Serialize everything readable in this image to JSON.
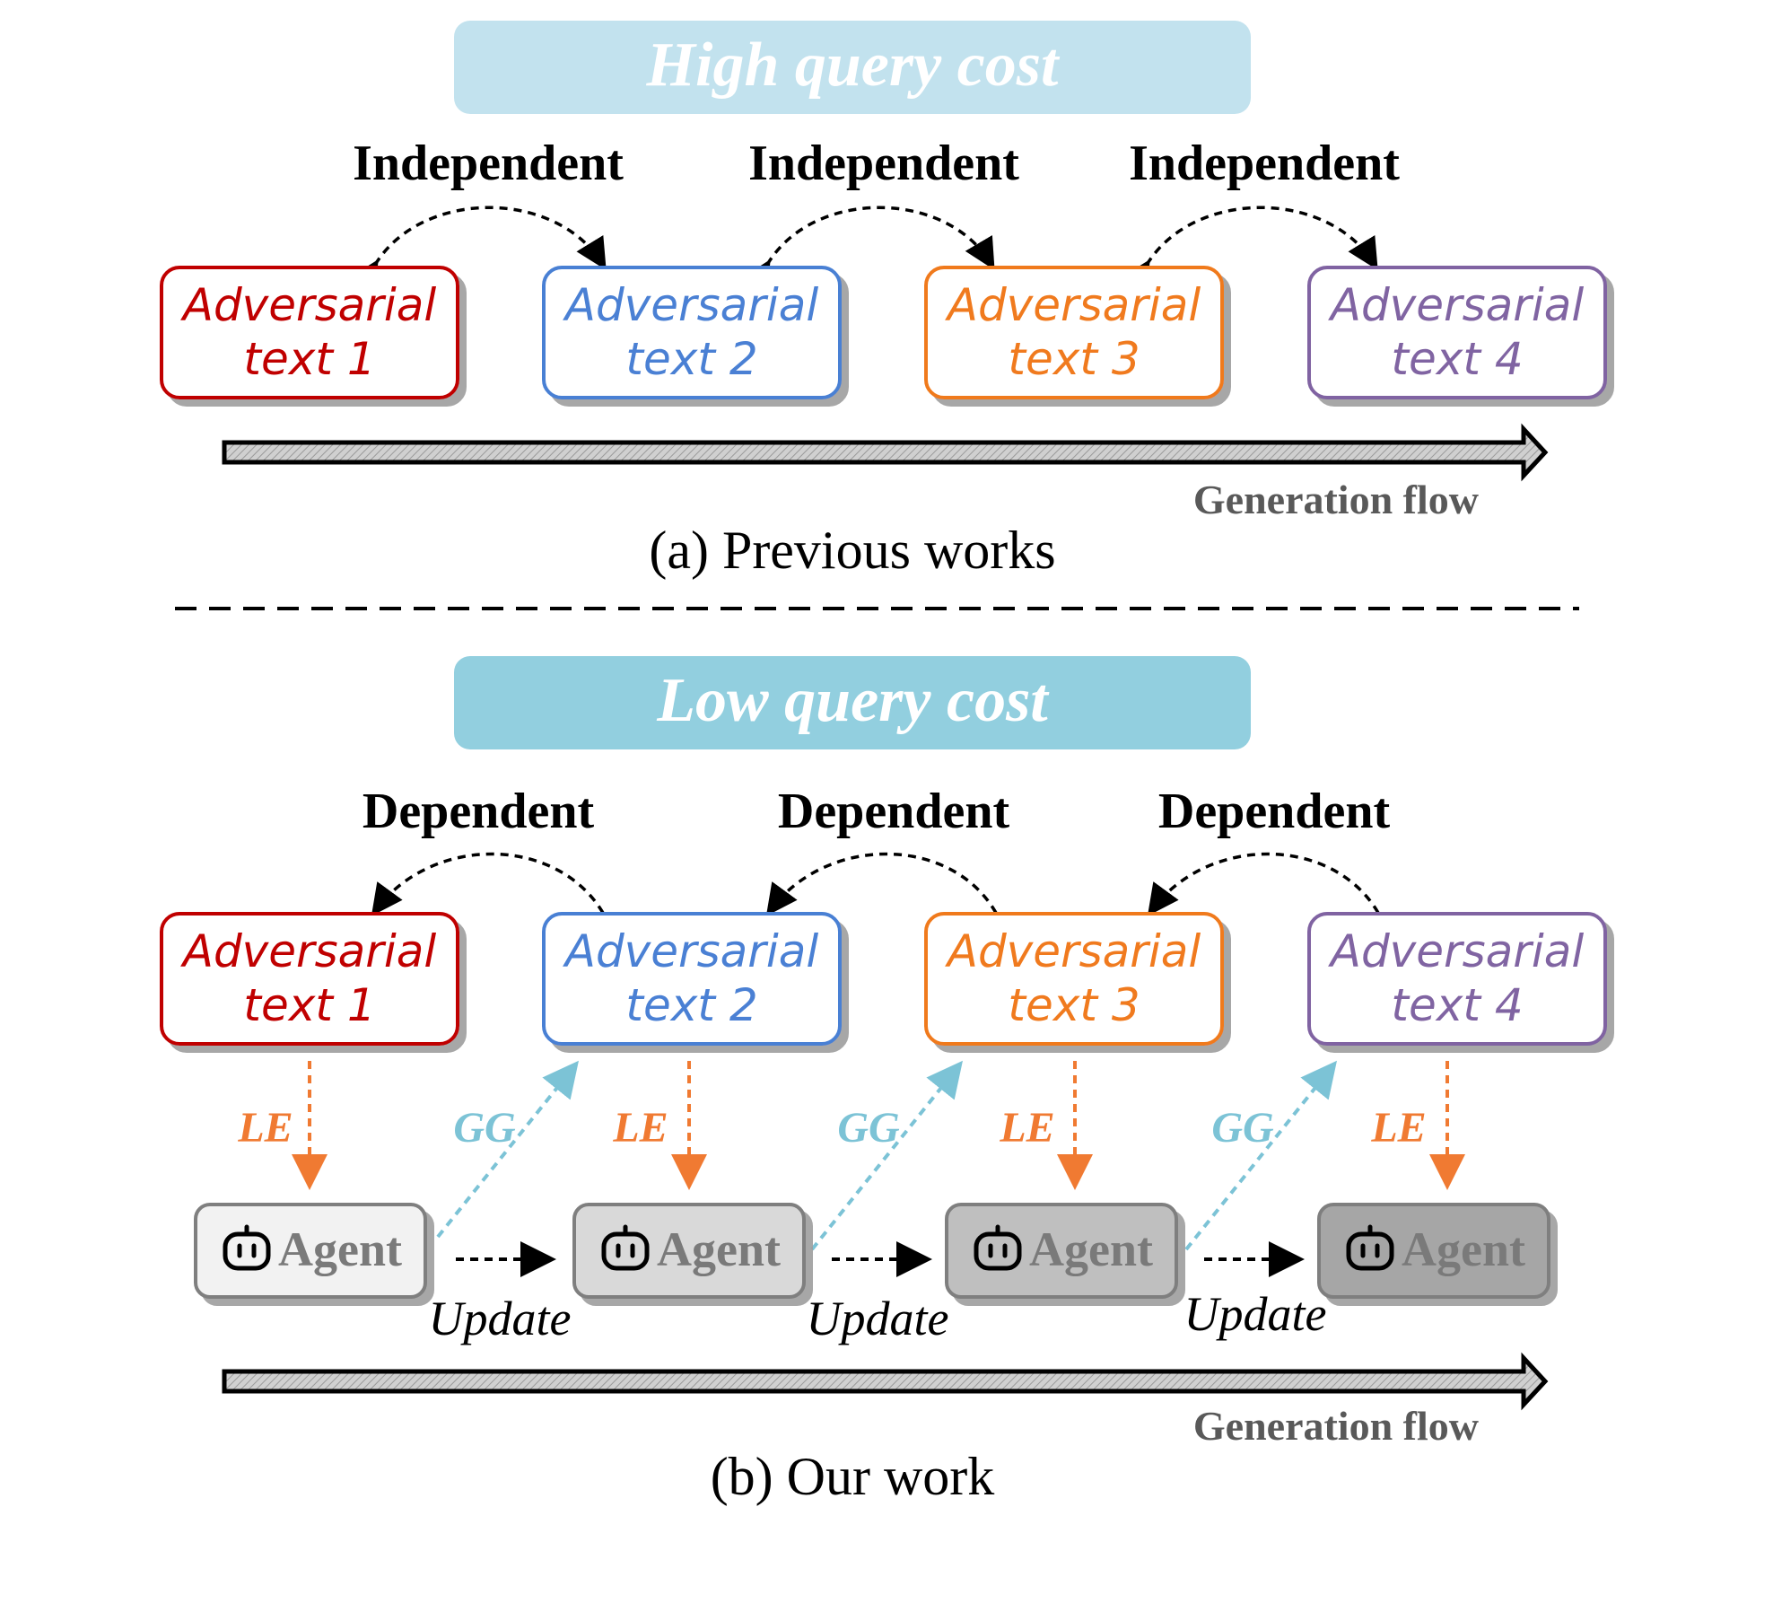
{
  "colors": {
    "text1": "#c00000",
    "text2": "#4a80d4",
    "text3": "#f07a1e",
    "text4": "#8064a2",
    "le_arrow": "#f07a32",
    "gg_arrow": "#7cc3d6",
    "banner_high": "#c2e2ee",
    "banner_low": "#92cfdf"
  },
  "panel_a": {
    "banner": "High query cost",
    "relations": [
      "Independent",
      "Independent",
      "Independent"
    ],
    "texts": [
      {
        "line1": "Adversarial",
        "line2": "text 1"
      },
      {
        "line1": "Adversarial",
        "line2": "text 2"
      },
      {
        "line1": "Adversarial",
        "line2": "text 3"
      },
      {
        "line1": "Adversarial",
        "line2": "text 4"
      }
    ],
    "flow_label": "Generation flow",
    "caption": "(a) Previous works"
  },
  "panel_b": {
    "banner": "Low query cost",
    "relations": [
      "Dependent",
      "Dependent",
      "Dependent"
    ],
    "texts": [
      {
        "line1": "Adversarial",
        "line2": "text 1"
      },
      {
        "line1": "Adversarial",
        "line2": "text 2"
      },
      {
        "line1": "Adversarial",
        "line2": "text 3"
      },
      {
        "line1": "Adversarial",
        "line2": "text 4"
      }
    ],
    "le_labels": [
      "LE",
      "LE",
      "LE",
      "LE"
    ],
    "gg_labels": [
      "GG",
      "GG",
      "GG"
    ],
    "agents": [
      "Agent",
      "Agent",
      "Agent",
      "Agent"
    ],
    "agent_icon": "robot-icon",
    "updates": [
      "Update",
      "Update",
      "Update"
    ],
    "flow_label": "Generation flow",
    "caption": "(b) Our work"
  }
}
